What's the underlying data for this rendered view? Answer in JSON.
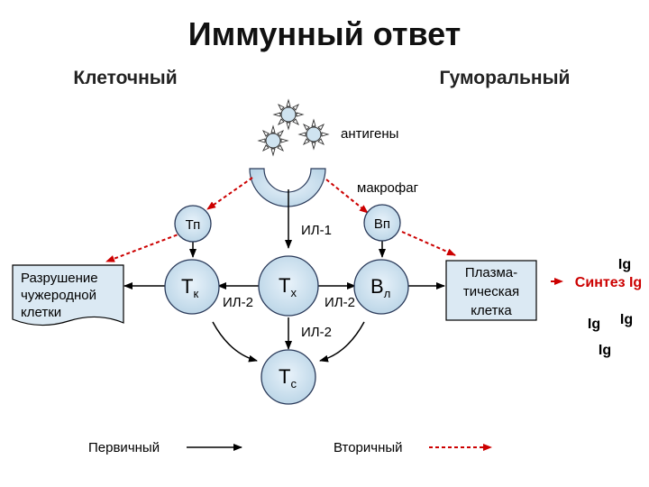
{
  "title": "Иммунный ответ",
  "cellular": "Клеточный",
  "humoral": "Гуморальный",
  "antigens_label": "антигены",
  "macrophage_label": "макрофаг",
  "nodes": {
    "tp": "Тп",
    "bp": "Вп",
    "tk": {
      "main": "Т",
      "sub": "к"
    },
    "tx": {
      "main": "Т",
      "sub": "х"
    },
    "bl": {
      "main": "В",
      "sub": "л"
    },
    "tc": {
      "main": "Т",
      "sub": "с"
    }
  },
  "il1": "ИЛ-1",
  "il2_left": "ИЛ-2",
  "il2_right": "ИЛ-2",
  "il2_bottom": "ИЛ-2",
  "destruction": [
    "Разрушение",
    "чужеродной",
    "клетки"
  ],
  "plasma": [
    "Плазма-",
    "тическая",
    "клетка"
  ],
  "synthesis": "Синтез Ig",
  "ig": "Ig",
  "legend": {
    "primary": "Первичный",
    "secondary": "Вторичный"
  },
  "colors": {
    "node_fill": "#cfe3f0",
    "node_stroke": "#2a3a5a",
    "red": "#cc0000",
    "box_stroke": "#000000"
  }
}
